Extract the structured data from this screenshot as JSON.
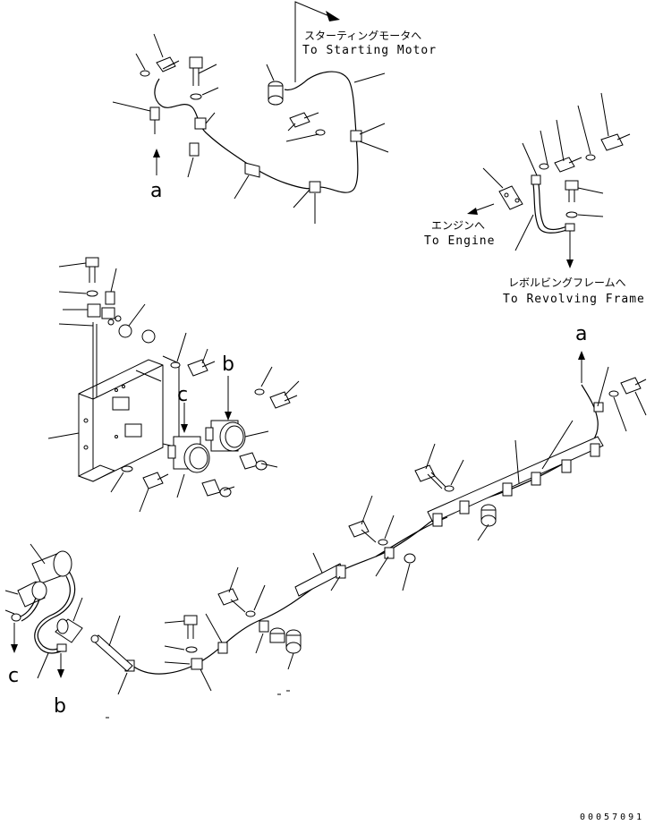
{
  "labels": {
    "starting_motor_jp": "スターティングモータへ",
    "starting_motor_en": "To Starting Motor",
    "engine_jp": "エンジンへ",
    "engine_en": "To Engine",
    "revolving_frame_jp": "レボルビングフレームへ",
    "revolving_frame_en": "To Revolving Frame"
  },
  "refs": {
    "a_top": "a",
    "a_right": "a",
    "b_upper": "b",
    "c_upper": "c",
    "c_lower": "c",
    "b_lower": "b"
  },
  "drawing_number": "00057091",
  "colors": {
    "ink": "#000000",
    "paper": "#ffffff"
  }
}
